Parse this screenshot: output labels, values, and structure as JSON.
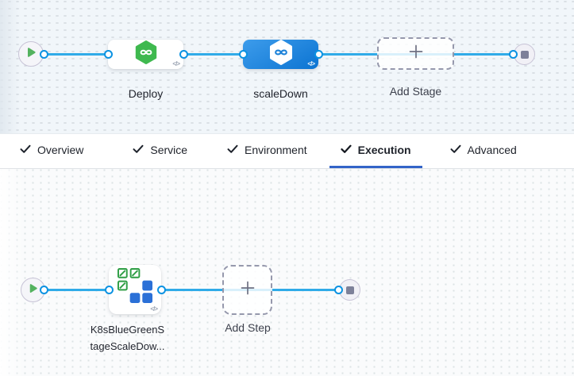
{
  "colors": {
    "connector_line": "#30ABE8",
    "port_border": "#0B92E2",
    "selected_stage_gradient_start": "#3D9CEB",
    "selected_stage_gradient_end": "#0C74D2",
    "cd_stage_green": "#3FB94F",
    "k8s_icon_green": "#2F9E45",
    "k8s_icon_blue": "#2B70D7",
    "tab_underline": "#3364C8",
    "canvas_top_bg": "#F1F6FA",
    "canvas_bottom_bg": "#FAFBFC",
    "play_triangle_green": "#54B25F",
    "end_square_gray": "#7D8099"
  },
  "icons": {
    "code_glyph": "</>",
    "start_node": "play-icon",
    "end_node": "stop-icon",
    "add_node": "plus-icon",
    "tab_state": "check-icon",
    "stage_icon": "cd-infinity-hexagon-icon",
    "step_icon": "k8s-blue-green-squares-icon"
  },
  "stage_pipeline": {
    "stages": [
      {
        "label": "Deploy",
        "selected": false
      },
      {
        "label": "scaleDown",
        "selected": true
      }
    ],
    "add_stage_label": "Add Stage"
  },
  "tabs": {
    "items": [
      {
        "label": "Overview",
        "checked": true,
        "active": false
      },
      {
        "label": "Service",
        "checked": true,
        "active": false
      },
      {
        "label": "Environment",
        "checked": true,
        "active": false
      },
      {
        "label": "Execution",
        "checked": true,
        "active": true
      },
      {
        "label": "Advanced",
        "checked": true,
        "active": false
      }
    ]
  },
  "execution_pipeline": {
    "steps": [
      {
        "label": "K8sBlueGreenStageScaleDow..."
      }
    ],
    "add_step_label": "Add Step"
  }
}
